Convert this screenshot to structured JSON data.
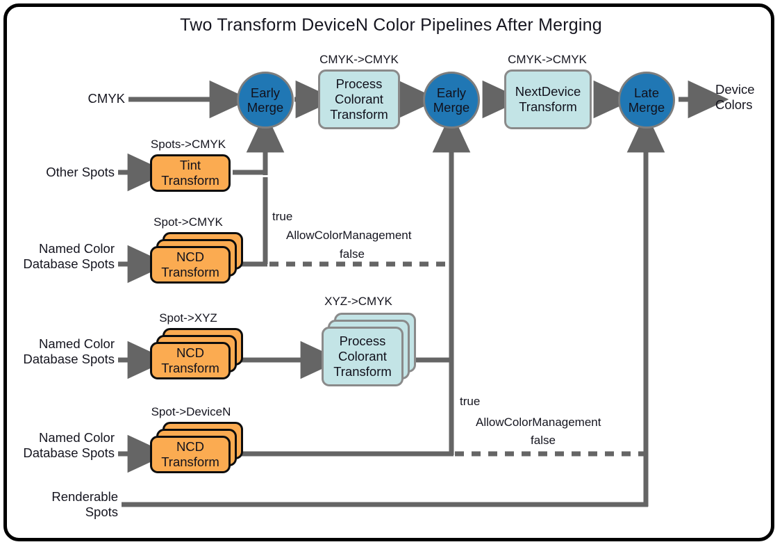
{
  "diagram": {
    "title": "Two Transform DeviceN Color Pipelines After Merging",
    "type": "flow-diagram",
    "colors": {
      "merge_circle": "#2077b4",
      "process_box": "#c3e4e6",
      "ncd_box": "#fbab51",
      "wire": "#656565",
      "frame_border": "#000000",
      "text": "#15151f"
    }
  },
  "inputs": [
    {
      "id": "in-cmyk",
      "label": "CMYK"
    },
    {
      "id": "in-other-spots",
      "label": "Other Spots"
    },
    {
      "id": "in-ncd-cmyk",
      "label": "Named Color\nDatabase Spots"
    },
    {
      "id": "in-ncd-xyz",
      "label": "Named Color\nDatabase Spots"
    },
    {
      "id": "in-ncd-devn",
      "label": "Named Color\nDatabase Spots"
    },
    {
      "id": "in-renderable",
      "label": "Renderable\nSpots"
    }
  ],
  "outputs": [
    {
      "id": "out-device-colors",
      "label": "Device\nColors"
    }
  ],
  "nodes": [
    {
      "id": "early-merge-1",
      "label": "Early\nMerge",
      "shape": "circle",
      "caption": ""
    },
    {
      "id": "pct-cmyk",
      "label": "Process\nColorant\nTransform",
      "shape": "rounded-rect",
      "caption": "CMYK->CMYK",
      "stacked": false
    },
    {
      "id": "early-merge-2",
      "label": "Early\nMerge",
      "shape": "circle",
      "caption": ""
    },
    {
      "id": "next-device",
      "label": "NextDevice\nTransform",
      "shape": "rounded-rect",
      "caption": "CMYK->CMYK",
      "stacked": false
    },
    {
      "id": "late-merge",
      "label": "Late\nMerge",
      "shape": "circle",
      "caption": ""
    },
    {
      "id": "tint-transform",
      "label": "Tint\nTransform",
      "shape": "rounded-rect",
      "caption": "Spots->CMYK",
      "stacked": false
    },
    {
      "id": "ncd-cmyk",
      "label": "NCD\nTransform",
      "shape": "rounded-rect",
      "caption": "Spot->CMYK",
      "stacked": true
    },
    {
      "id": "ncd-xyz",
      "label": "NCD\nTransform",
      "shape": "rounded-rect",
      "caption": "Spot->XYZ",
      "stacked": true
    },
    {
      "id": "pct-xyz",
      "label": "Process\nColorant\nTransform",
      "shape": "rounded-rect",
      "caption": "XYZ->CMYK",
      "stacked": true
    },
    {
      "id": "ncd-devn",
      "label": "NCD\nTransform",
      "shape": "rounded-rect",
      "caption": "Spot->DeviceN",
      "stacked": true
    }
  ],
  "branch_labels": [
    {
      "id": "acm-1",
      "true_label": "true",
      "name": "AllowColorManagement",
      "false_label": "false"
    },
    {
      "id": "acm-2",
      "true_label": "true",
      "name": "AllowColorManagement",
      "false_label": "false"
    }
  ]
}
